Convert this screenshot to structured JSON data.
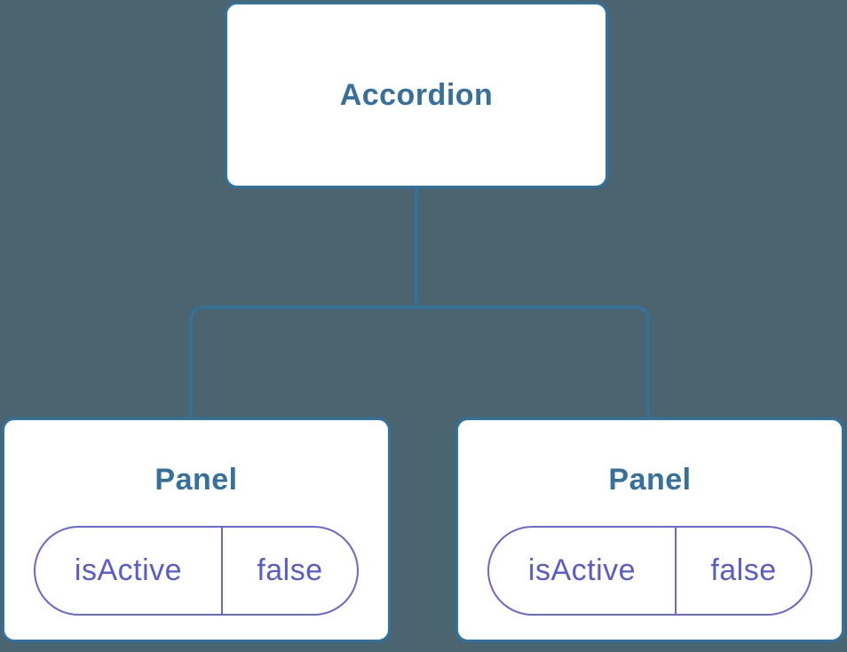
{
  "colors": {
    "background": "#4B6570",
    "connector": "#2E73A2",
    "node_border": "#2E73A2",
    "node_bg": "#FFFFFF",
    "node_text": "#35709E",
    "state_accent": "#5A5AD6",
    "state_border": "#6A66DB"
  },
  "tree": {
    "root": {
      "label": "Accordion"
    },
    "children": [
      {
        "label": "Panel",
        "state": {
          "key": "isActive",
          "value": "false"
        }
      },
      {
        "label": "Panel",
        "state": {
          "key": "isActive",
          "value": "false"
        }
      }
    ]
  }
}
